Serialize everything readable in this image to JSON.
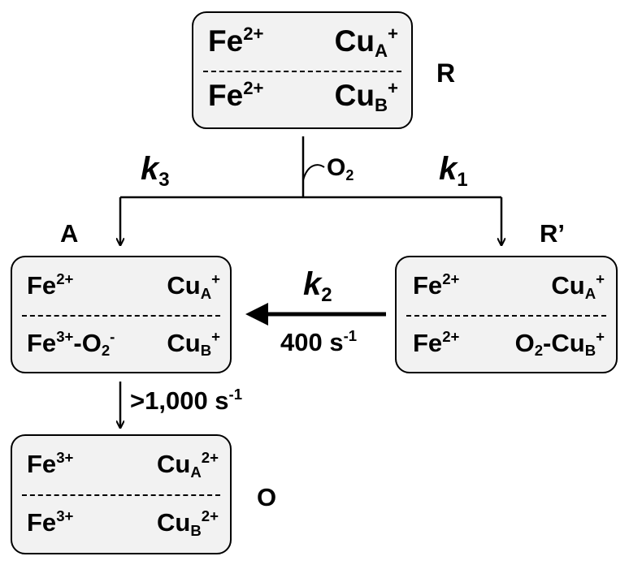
{
  "boxes": {
    "R": {
      "label": "R",
      "top_left": "Fe",
      "top_left_sup": "2+",
      "top_right": "Cu",
      "top_right_sub": "A",
      "top_right_sup": "+",
      "bottom_left": "Fe",
      "bottom_left_sup": "2+",
      "bottom_right": "Cu",
      "bottom_right_sub": "B",
      "bottom_right_sup": "+"
    },
    "A": {
      "label": "A",
      "top_left": "Fe",
      "top_left_sup": "2+",
      "top_right": "Cu",
      "top_right_sub": "A",
      "top_right_sup": "+",
      "bottom_left": "Fe",
      "bottom_left_sup": "3+",
      "bottom_left_mid": "-O",
      "bottom_left_sub": "2",
      "bottom_left_sup2": "-",
      "bottom_right": "Cu",
      "bottom_right_sub": "B",
      "bottom_right_sup": "+"
    },
    "Rprime": {
      "label": "R’",
      "top_left": "Fe",
      "top_left_sup": "2+",
      "top_right": "Cu",
      "top_right_sub": "A",
      "top_right_sup": "+",
      "bottom_left": "Fe",
      "bottom_left_sup": "2+",
      "bottom_right_pre": "O",
      "bottom_right_pre_sub": "2",
      "bottom_right": "-Cu",
      "bottom_right_sub": "B",
      "bottom_right_sup": "+"
    },
    "O": {
      "label": "O",
      "top_left": "Fe",
      "top_left_sup": "3+",
      "top_right": "Cu",
      "top_right_sub": "A",
      "top_right_sup": "2+",
      "bottom_left": "Fe",
      "bottom_left_sup": "3+",
      "bottom_right": "Cu",
      "bottom_right_sub": "B",
      "bottom_right_sup": "2+"
    }
  },
  "reagent": {
    "text": "O",
    "sub": "2"
  },
  "rates": {
    "k3": {
      "k": "k",
      "sub": "3"
    },
    "k1": {
      "k": "k",
      "sub": "1"
    },
    "k2": {
      "k": "k",
      "sub": "2",
      "value": "400 s",
      "value_sup": "-1"
    },
    "fast": {
      "value": ">1,000 s",
      "value_sup": "-1"
    }
  }
}
